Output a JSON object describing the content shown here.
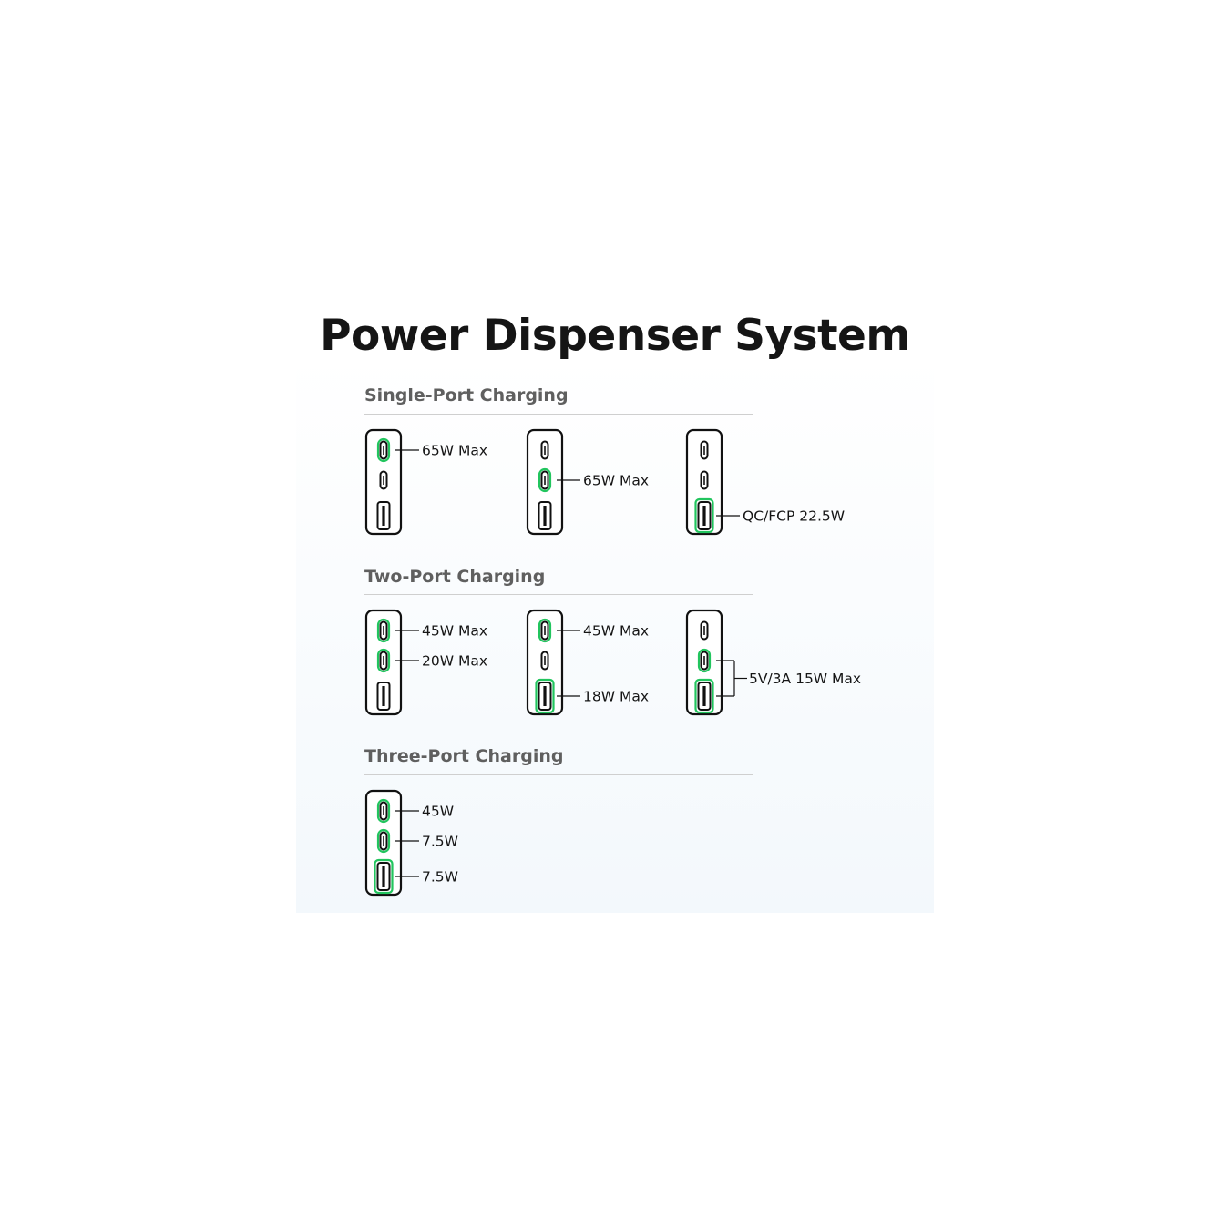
{
  "title": "Power Dispenser System",
  "colors": {
    "active": "#22c55e",
    "ink": "#111111",
    "section": "#5f5f5f",
    "rule": "#cfcfcf"
  },
  "sections": [
    {
      "title": "Single-Port Charging",
      "chargers": [
        {
          "active_ports": [
            "c1"
          ],
          "labels": [
            {
              "text": "65W Max",
              "ports": [
                "c1"
              ]
            }
          ]
        },
        {
          "active_ports": [
            "c2"
          ],
          "labels": [
            {
              "text": "65W Max",
              "ports": [
                "c2"
              ]
            }
          ]
        },
        {
          "active_ports": [
            "a"
          ],
          "labels": [
            {
              "text": "QC/FCP 22.5W",
              "ports": [
                "a"
              ]
            }
          ]
        }
      ]
    },
    {
      "title": "Two-Port Charging",
      "chargers": [
        {
          "active_ports": [
            "c1",
            "c2"
          ],
          "labels": [
            {
              "text": "45W Max",
              "ports": [
                "c1"
              ]
            },
            {
              "text": "20W Max",
              "ports": [
                "c2"
              ]
            }
          ]
        },
        {
          "active_ports": [
            "c1",
            "a"
          ],
          "labels": [
            {
              "text": "45W Max",
              "ports": [
                "c1"
              ]
            },
            {
              "text": "18W Max",
              "ports": [
                "a"
              ]
            }
          ]
        },
        {
          "active_ports": [
            "c2",
            "a"
          ],
          "labels": [
            {
              "text": "5V/3A 15W Max",
              "ports": [
                "c2",
                "a"
              ]
            }
          ]
        }
      ]
    },
    {
      "title": "Three-Port Charging",
      "chargers": [
        {
          "active_ports": [
            "c1",
            "c2",
            "a"
          ],
          "labels": [
            {
              "text": "45W",
              "ports": [
                "c1"
              ]
            },
            {
              "text": "7.5W",
              "ports": [
                "c2"
              ]
            },
            {
              "text": "7.5W",
              "ports": [
                "a"
              ]
            }
          ]
        }
      ]
    }
  ]
}
